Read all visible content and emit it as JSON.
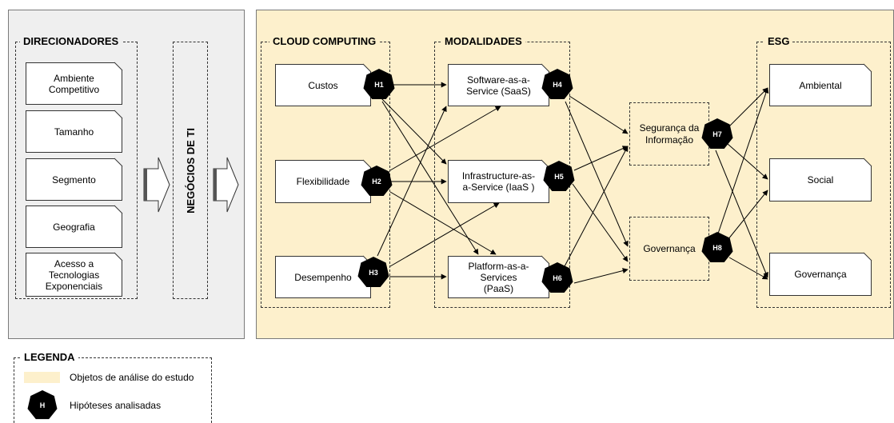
{
  "groups": {
    "direcionadores": "DIRECIONADORES",
    "negocios_ti": "NEGÓCIOS DE TI",
    "cloud_computing": "CLOUD COMPUTING",
    "modalidades": "MODALIDADES",
    "esg": "ESG"
  },
  "drivers": [
    "Ambiente Competitivo",
    "Tamanho",
    "Segmento",
    "Geografia",
    "Acesso a Tecnologias Exponenciais"
  ],
  "cloud": [
    "Custos",
    "Flexibilidade",
    "Desempenho"
  ],
  "modalidades": [
    "Software-as-a-Service (SaaS)",
    "Infrastructure-as-a-Service (IaaS )",
    "Platform-as-a-Services (PaaS)"
  ],
  "middle": [
    "Segurança da Informação",
    "Governança"
  ],
  "esg": [
    "Ambiental",
    "Social",
    "Governança"
  ],
  "hypotheses": [
    "H1",
    "H2",
    "H3",
    "H4",
    "H5",
    "H6",
    "H7",
    "H8"
  ],
  "legend": {
    "title": "LEGENDA",
    "objects": "Objetos de análise do estudo",
    "hypothesis_symbol": "H",
    "hypotheses": "Hipóteses analisadas"
  },
  "colors": {
    "cream": "#fdf0cc",
    "gray": "#efefef",
    "hex": "#000000"
  }
}
